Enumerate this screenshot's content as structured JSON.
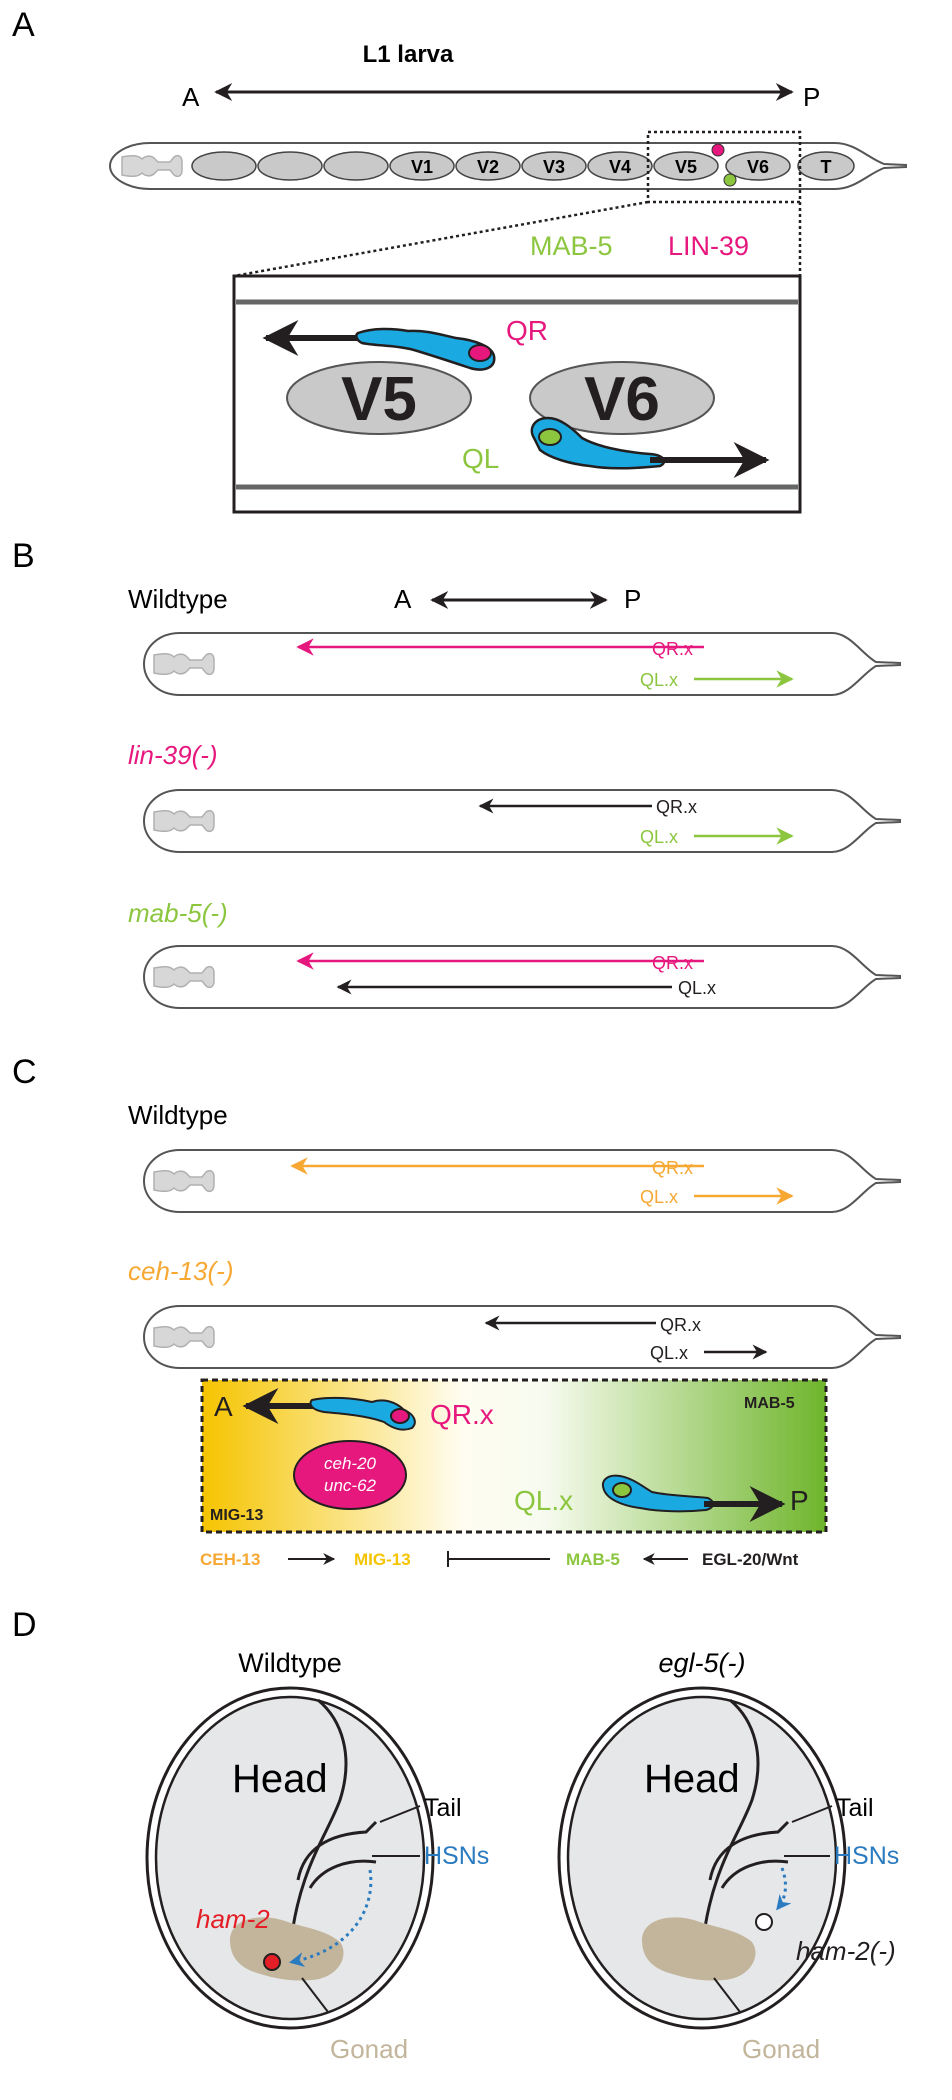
{
  "panel_a": {
    "letter": "A",
    "title": "L1 larva",
    "axis": {
      "anterior": "A",
      "posterior": "P"
    },
    "segments": [
      "V1",
      "V2",
      "V3",
      "V4",
      "V5",
      "V6",
      "T"
    ],
    "genes": {
      "mab5": "MAB-5",
      "lin39": "LIN-39"
    },
    "zoom": {
      "v5": "V5",
      "v6": "V6",
      "qr": "QR",
      "ql": "QL"
    }
  },
  "panel_b": {
    "letter": "B",
    "axis": {
      "anterior": "A",
      "posterior": "P"
    },
    "rows": [
      {
        "genotype": "Wildtype",
        "qr": "QR.x",
        "ql": "QL.x"
      },
      {
        "genotype": "lin-39(-)",
        "qr": "QR.x",
        "ql": "QL.x"
      },
      {
        "genotype": "mab-5(-)",
        "qr": "QR.x",
        "ql": "QL.x"
      }
    ]
  },
  "panel_c": {
    "letter": "C",
    "rows": [
      {
        "genotype": "Wildtype",
        "qr": "QR.x",
        "ql": "QL.x"
      },
      {
        "genotype": "ceh-13(-)",
        "qr": "QR.x",
        "ql": "QL.x"
      }
    ],
    "box": {
      "anterior": "A",
      "posterior": "P",
      "qr": "QR.x",
      "ql": "QL.x",
      "mab5": "MAB-5",
      "mig13": "MIG-13",
      "cofactor1": "ceh-20",
      "cofactor2": "unc-62"
    },
    "pathway": [
      "CEH-13",
      "MIG-13",
      "MAB-5",
      "EGL-20/Wnt"
    ]
  },
  "panel_d": {
    "letter": "D",
    "left": {
      "genotype": "Wildtype",
      "head": "Head",
      "tail": "Tail",
      "hsns": "HSNs",
      "ham2": "ham-2",
      "gonad": "Gonad"
    },
    "right": {
      "genotype": "egl-5(-)",
      "head": "Head",
      "tail": "Tail",
      "hsns": "HSNs",
      "ham2": "ham-2(-)",
      "gonad": "Gonad"
    }
  },
  "colors": {
    "magenta": "#e6187e",
    "green": "#8cc63f",
    "orange": "#f7a833",
    "yellow": "#f5c400",
    "cyan": "#1ba9e1",
    "blue": "#2a7bc0",
    "red": "#e41e26",
    "gonad": "#c2b59b",
    "cell_gray": "#c9c9c9",
    "embryo_gray": "#e6e7e8"
  }
}
